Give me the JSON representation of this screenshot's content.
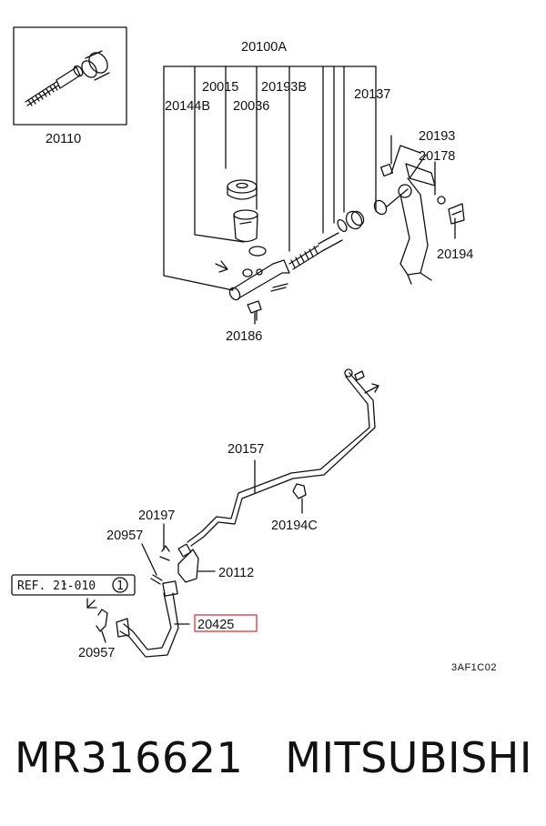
{
  "labels": {
    "p20100A": "20100A",
    "p20015": "20015",
    "p20193B": "20193B",
    "p20144B": "20144B",
    "p20036": "20036",
    "p20137": "20137",
    "p20110": "20110",
    "p20193": "20193",
    "p20178": "20178",
    "p20194": "20194",
    "p20186": "20186",
    "p20157": "20157",
    "p20197": "20197",
    "p20957a": "20957",
    "p20194C": "20194C",
    "p20112": "20112",
    "p20425": "20425",
    "p20957b": "20957"
  },
  "ref": {
    "text": "REF. 21-010",
    "num": "1"
  },
  "diagram_code": "3AF1C02",
  "footer": {
    "part_number": "MR316621",
    "brand": "MITSUBISHI"
  },
  "highlight_color": "#e05050"
}
